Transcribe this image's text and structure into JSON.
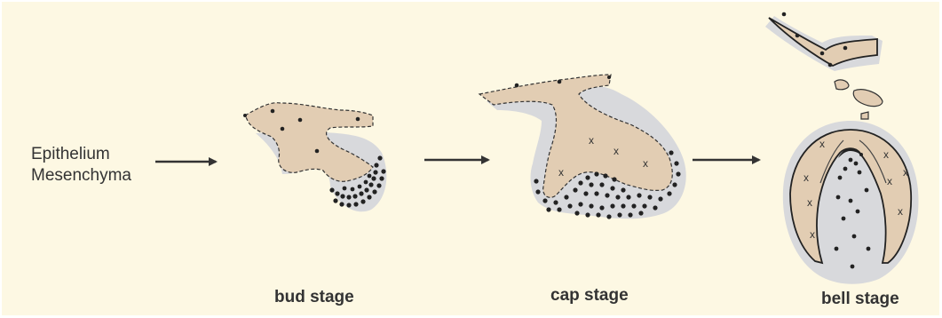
{
  "left_labels": {
    "line1": "Epithelium",
    "line2": "Mesenchyma"
  },
  "stages": [
    {
      "label": "bud stage"
    },
    {
      "label": "cap stage"
    },
    {
      "label": "bell stage"
    }
  ],
  "legend_marks": {
    "epithelium_cell_mark": "x",
    "mesenchyme_cell_mark": "dot"
  },
  "colors": {
    "background": "#fdf8e3",
    "tissue": "#e2cdb3",
    "halo": "#d8d9dc",
    "ink": "#222222"
  }
}
